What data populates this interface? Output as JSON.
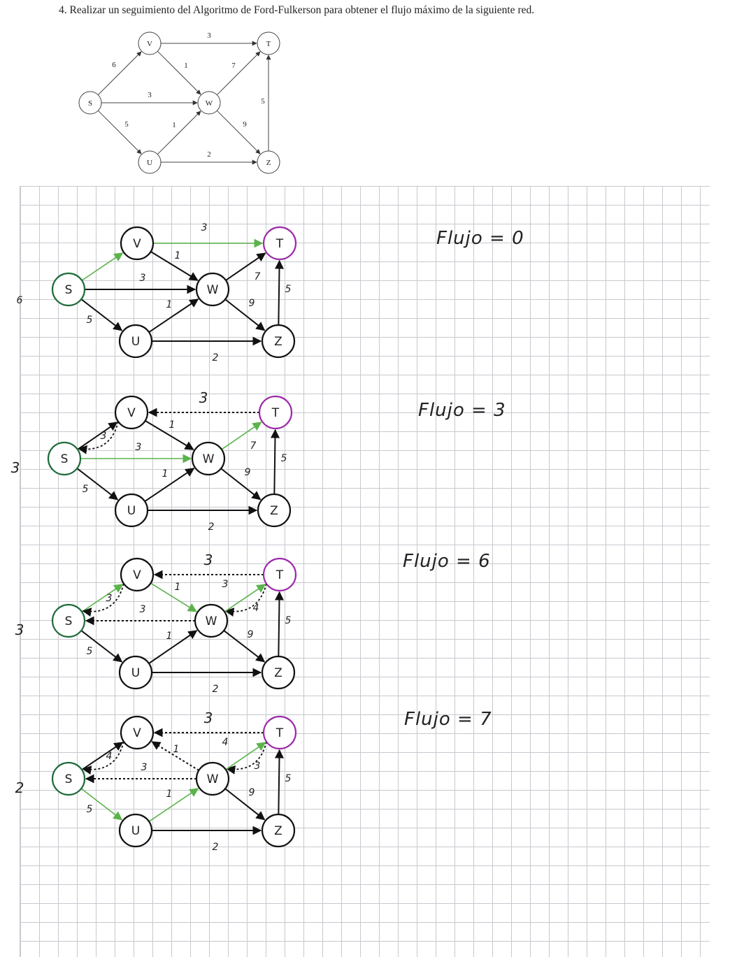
{
  "problem": {
    "text": "4. Realizar un seguimiento del Algoritmo de Ford-Fulkerson para obtener el flujo máximo de la siguiente red."
  },
  "colors": {
    "forward": "#111111",
    "augmenting_path": "#5cb34c",
    "source_node": "#1e6b3a",
    "sink_node": "#9b2aa8",
    "grid_line": "#c7c9cf"
  },
  "network": {
    "nodes": [
      {
        "id": "S",
        "label": "S"
      },
      {
        "id": "V",
        "label": "V"
      },
      {
        "id": "U",
        "label": "U"
      },
      {
        "id": "W",
        "label": "W"
      },
      {
        "id": "T",
        "label": "T"
      },
      {
        "id": "Z",
        "label": "Z"
      }
    ],
    "edges": [
      {
        "from": "S",
        "to": "V",
        "capacity": "6"
      },
      {
        "from": "S",
        "to": "W",
        "capacity": "3"
      },
      {
        "from": "S",
        "to": "U",
        "capacity": "5"
      },
      {
        "from": "V",
        "to": "T",
        "capacity": "3"
      },
      {
        "from": "V",
        "to": "W",
        "capacity": "1"
      },
      {
        "from": "U",
        "to": "W",
        "capacity": "1"
      },
      {
        "from": "U",
        "to": "Z",
        "capacity": "2"
      },
      {
        "from": "W",
        "to": "T",
        "capacity": "7"
      },
      {
        "from": "W",
        "to": "Z",
        "capacity": "9"
      },
      {
        "from": "Z",
        "to": "T",
        "capacity": "5"
      }
    ]
  },
  "steps": [
    {
      "flow_label": "Flujo = 0",
      "nodes": {
        "S": "S",
        "V": "V",
        "U": "U",
        "W": "W",
        "T": "T",
        "Z": "Z"
      },
      "edges": [
        {
          "from": "S",
          "to": "V",
          "label": "6",
          "style": "path"
        },
        {
          "from": "V",
          "to": "T",
          "label": "3",
          "style": "path"
        },
        {
          "from": "V",
          "to": "W",
          "label": "1",
          "style": "normal"
        },
        {
          "from": "S",
          "to": "W",
          "label": "3",
          "style": "normal"
        },
        {
          "from": "W",
          "to": "T",
          "label": "7",
          "style": "normal"
        },
        {
          "from": "W",
          "to": "Z",
          "label": "9",
          "style": "normal"
        },
        {
          "from": "Z",
          "to": "T",
          "label": "5",
          "style": "normal"
        },
        {
          "from": "S",
          "to": "U",
          "label": "5",
          "style": "normal"
        },
        {
          "from": "U",
          "to": "W",
          "label": "1",
          "style": "normal"
        },
        {
          "from": "U",
          "to": "Z",
          "label": "2",
          "style": "normal"
        }
      ]
    },
    {
      "flow_label": "Flujo = 3",
      "nodes": {
        "S": "S",
        "V": "V",
        "U": "U",
        "W": "W",
        "T": "T",
        "Z": "Z"
      },
      "edges": [
        {
          "from": "S",
          "to": "V",
          "label": "3",
          "style": "normal"
        },
        {
          "from": "V",
          "to": "S",
          "label": "3",
          "style": "residual"
        },
        {
          "from": "T",
          "to": "V",
          "label": "3",
          "style": "residual"
        },
        {
          "from": "V",
          "to": "W",
          "label": "1",
          "style": "normal"
        },
        {
          "from": "S",
          "to": "W",
          "label": "3",
          "style": "path"
        },
        {
          "from": "W",
          "to": "T",
          "label": "7",
          "style": "path"
        },
        {
          "from": "W",
          "to": "Z",
          "label": "9",
          "style": "normal"
        },
        {
          "from": "Z",
          "to": "T",
          "label": "5",
          "style": "normal"
        },
        {
          "from": "S",
          "to": "U",
          "label": "5",
          "style": "normal"
        },
        {
          "from": "U",
          "to": "W",
          "label": "1",
          "style": "normal"
        },
        {
          "from": "U",
          "to": "Z",
          "label": "2",
          "style": "normal"
        }
      ]
    },
    {
      "flow_label": "Flujo = 6",
      "nodes": {
        "S": "S",
        "V": "V",
        "U": "U",
        "W": "W",
        "T": "T",
        "Z": "Z"
      },
      "edges": [
        {
          "from": "S",
          "to": "V",
          "label": "3",
          "style": "path"
        },
        {
          "from": "V",
          "to": "S",
          "label": "3",
          "style": "residual"
        },
        {
          "from": "T",
          "to": "V",
          "label": "3",
          "style": "residual"
        },
        {
          "from": "V",
          "to": "W",
          "label": "1",
          "style": "path"
        },
        {
          "from": "W",
          "to": "S",
          "label": "3",
          "style": "residual"
        },
        {
          "from": "T",
          "to": "W",
          "label": "3",
          "style": "residual"
        },
        {
          "from": "W",
          "to": "T",
          "label": "4",
          "style": "path"
        },
        {
          "from": "W",
          "to": "Z",
          "label": "9",
          "style": "normal"
        },
        {
          "from": "Z",
          "to": "T",
          "label": "5",
          "style": "normal"
        },
        {
          "from": "S",
          "to": "U",
          "label": "5",
          "style": "normal"
        },
        {
          "from": "U",
          "to": "W",
          "label": "1",
          "style": "normal"
        },
        {
          "from": "U",
          "to": "Z",
          "label": "2",
          "style": "normal"
        }
      ]
    },
    {
      "flow_label": "Flujo = 7",
      "nodes": {
        "S": "S",
        "V": "V",
        "U": "U",
        "W": "W",
        "T": "T",
        "Z": "Z"
      },
      "edges": [
        {
          "from": "S",
          "to": "V",
          "label": "2",
          "style": "normal"
        },
        {
          "from": "V",
          "to": "S",
          "label": "4",
          "style": "residual"
        },
        {
          "from": "T",
          "to": "V",
          "label": "3",
          "style": "residual"
        },
        {
          "from": "W",
          "to": "V",
          "label": "1",
          "style": "residual"
        },
        {
          "from": "W",
          "to": "S",
          "label": "3",
          "style": "residual"
        },
        {
          "from": "T",
          "to": "W",
          "label": "4",
          "style": "residual"
        },
        {
          "from": "W",
          "to": "T",
          "label": "3",
          "style": "path"
        },
        {
          "from": "W",
          "to": "Z",
          "label": "9",
          "style": "normal"
        },
        {
          "from": "Z",
          "to": "T",
          "label": "5",
          "style": "normal"
        },
        {
          "from": "S",
          "to": "U",
          "label": "5",
          "style": "path"
        },
        {
          "from": "U",
          "to": "W",
          "label": "1",
          "style": "path"
        },
        {
          "from": "U",
          "to": "Z",
          "label": "2",
          "style": "normal"
        }
      ]
    }
  ]
}
